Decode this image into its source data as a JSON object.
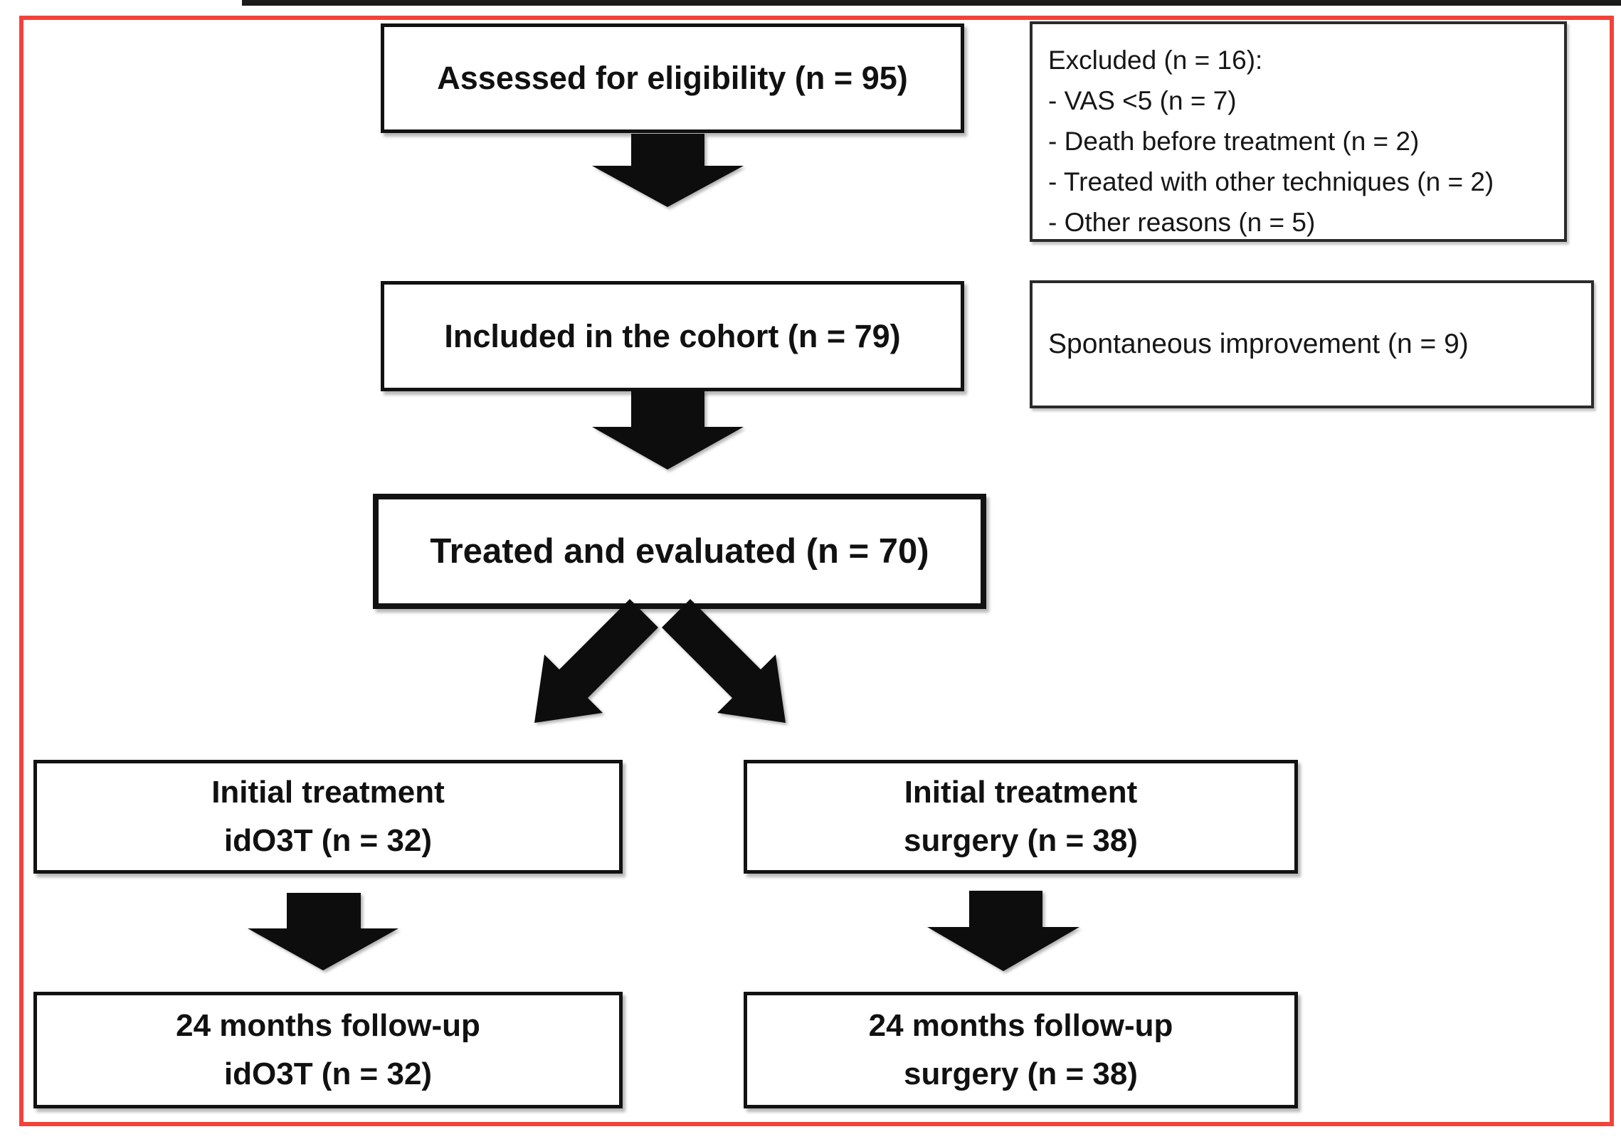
{
  "figure": {
    "kind": "patient-flow-diagram",
    "accent_border_color": "#f2423a",
    "box_border_color": "#121212",
    "arrow_color": "#0d0d0d",
    "flow": {
      "assessed": {
        "label": "Assessed for eligibility (n = 95)"
      },
      "included": {
        "label": "Included in the cohort (n = 79)"
      },
      "treated": {
        "label": "Treated and evaluated (n = 70)"
      },
      "initial_ido3t": {
        "line1": "Initial treatment",
        "line2": "idO3T (n = 32)"
      },
      "initial_surgery": {
        "line1": "Initial treatment",
        "line2": "surgery (n = 38)"
      },
      "followup_ido3t": {
        "line1": "24 months follow-up",
        "line2": "idO3T (n = 32)"
      },
      "followup_surgery": {
        "line1": "24 months follow-up",
        "line2": "surgery (n = 38)"
      }
    },
    "notes": {
      "excluded": {
        "title": "Excluded (n = 16):",
        "items": [
          "- VAS <5 (n = 7)",
          "- Death before treatment (n = 2)",
          "- Treated with other techniques (n = 2)",
          "- Other reasons (n = 5)"
        ]
      },
      "spontaneous": {
        "label": "Spontaneous improvement (n = 9)"
      }
    }
  }
}
